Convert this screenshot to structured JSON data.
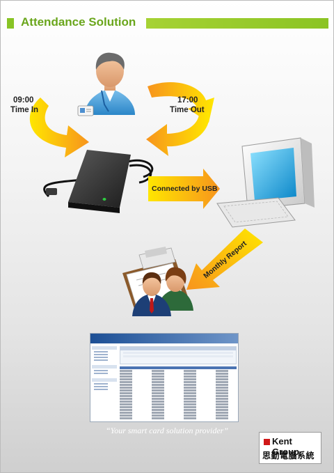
{
  "header": {
    "title": "Attendance Solution"
  },
  "flow": {
    "time_in": {
      "time": "09:00",
      "label": "Time In"
    },
    "time_out": {
      "time": "17:00",
      "label": "Time Out"
    },
    "usb_label": "Connected by USB",
    "report_label": "Monthly Report"
  },
  "icons": [
    "employee-icon",
    "card-reader-icon",
    "computer-icon",
    "report-icon",
    "users-icon"
  ],
  "tagline": "“Your smart card solution provider”",
  "logo": {
    "brand": "Kent Group",
    "chinese": "思勤電腦系統"
  },
  "colors": {
    "accent_green": "#88c425",
    "arrow_orange": "#f7941d",
    "arrow_yellow": "#ffe600"
  }
}
